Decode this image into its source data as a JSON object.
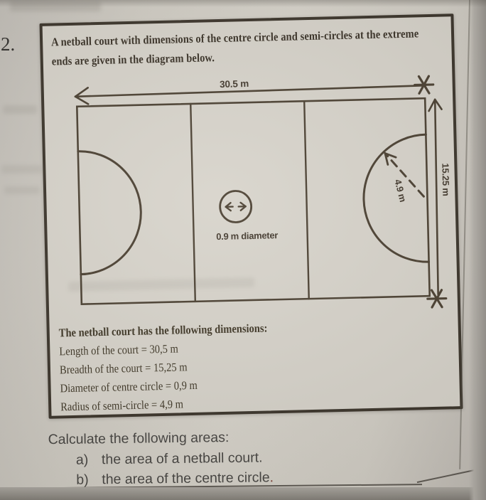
{
  "page": {
    "question_number": "2.",
    "intro": "A netball court with dimensions of the centre circle and semi-circles at the extreme ends are given in the diagram below.",
    "diagram": {
      "length_label": "30.5 m",
      "breadth_label": "15.25 m",
      "semi_circle_radius_label": "4.9 m",
      "centre_circle_label": "0.9 m diameter"
    },
    "dimensions_title": "The netball court has the following dimensions:",
    "dimensions_lines": [
      "Length of the court = 30,5 m",
      "Breadth of the court = 15,25 m",
      "Diameter of centre circle = 0,9 m",
      "Radius of semi-circle = 4,9 m"
    ],
    "task": {
      "prompt": "Calculate the following areas:",
      "item_a_label": "a)",
      "item_a_text": "the area of a netball court.",
      "item_b_label": "b)",
      "item_b_text": "the area of the centre circle",
      "item_b_period": "."
    }
  }
}
